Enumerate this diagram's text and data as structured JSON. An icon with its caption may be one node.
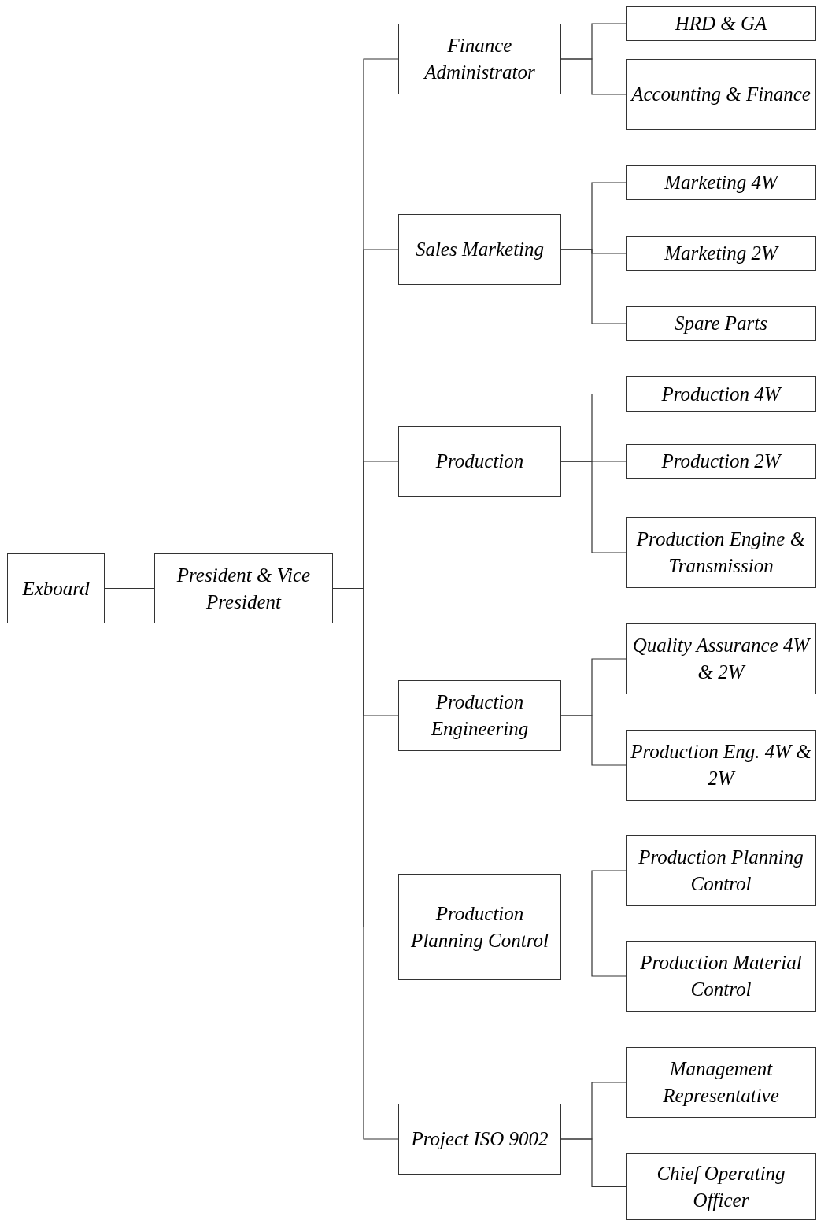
{
  "diagram": {
    "nodes": [
      {
        "text": [
          "Exboard"
        ]
      },
      {
        "text": [
          "President & Vice President"
        ]
      },
      {
        "text": [
          "Finance Administrator"
        ]
      },
      {
        "text": [
          "Sales Marketing"
        ]
      },
      {
        "text": [
          "Production"
        ]
      },
      {
        "text": [
          "Production Engineering"
        ]
      },
      {
        "text": [
          "Production Planning Control"
        ]
      },
      {
        "text": [
          "Project ISO 9002"
        ]
      },
      {
        "text": [
          "HRD & GA"
        ]
      },
      {
        "text": [
          "Accounting & Finance"
        ]
      },
      {
        "text": [
          "Marketing 4W"
        ]
      },
      {
        "text": [
          "Marketing 2W"
        ]
      },
      {
        "text": [
          "Spare Parts"
        ]
      },
      {
        "text": [
          "Production 4W"
        ]
      },
      {
        "text": [
          "Production 2W"
        ]
      },
      {
        "text": [
          "Production Engine & Transmission"
        ]
      },
      {
        "text": [
          "Quality Assurance 4W & 2W"
        ]
      },
      {
        "text": [
          "Production Eng. 4W & 2W"
        ]
      },
      {
        "text": [
          "Production Planning Control"
        ]
      },
      {
        "text": [
          "Production Material Control"
        ]
      },
      {
        "text": [
          "Management Representative"
        ]
      },
      {
        "text": [
          "Chief Operating Officer"
        ]
      }
    ],
    "edges": [
      {
        "from": 0,
        "to": 1,
        "arrow": "none"
      },
      {
        "from": 1,
        "to": 2,
        "arrow": "none"
      },
      {
        "from": 1,
        "to": 3,
        "arrow": "none"
      },
      {
        "from": 1,
        "to": 4,
        "arrow": "none"
      },
      {
        "from": 1,
        "to": 5,
        "arrow": "none"
      },
      {
        "from": 1,
        "to": 6,
        "arrow": "none"
      },
      {
        "from": 1,
        "to": 7,
        "arrow": "none"
      },
      {
        "from": 2,
        "to": 8,
        "arrow": "none"
      },
      {
        "from": 2,
        "to": 9,
        "arrow": "none"
      },
      {
        "from": 3,
        "to": 10,
        "arrow": "none"
      },
      {
        "from": 3,
        "to": 11,
        "arrow": "none"
      },
      {
        "from": 3,
        "to": 12,
        "arrow": "none"
      },
      {
        "from": 4,
        "to": 13,
        "arrow": "none"
      },
      {
        "from": 4,
        "to": 14,
        "arrow": "none"
      },
      {
        "from": 4,
        "to": 15,
        "arrow": "none"
      },
      {
        "from": 5,
        "to": 16,
        "arrow": "none"
      },
      {
        "from": 5,
        "to": 17,
        "arrow": "none"
      },
      {
        "from": 6,
        "to": 18,
        "arrow": "none"
      },
      {
        "from": 6,
        "to": 19,
        "arrow": "none"
      },
      {
        "from": 7,
        "to": 20,
        "arrow": "none"
      },
      {
        "from": 7,
        "to": 21,
        "arrow": "none"
      }
    ]
  }
}
